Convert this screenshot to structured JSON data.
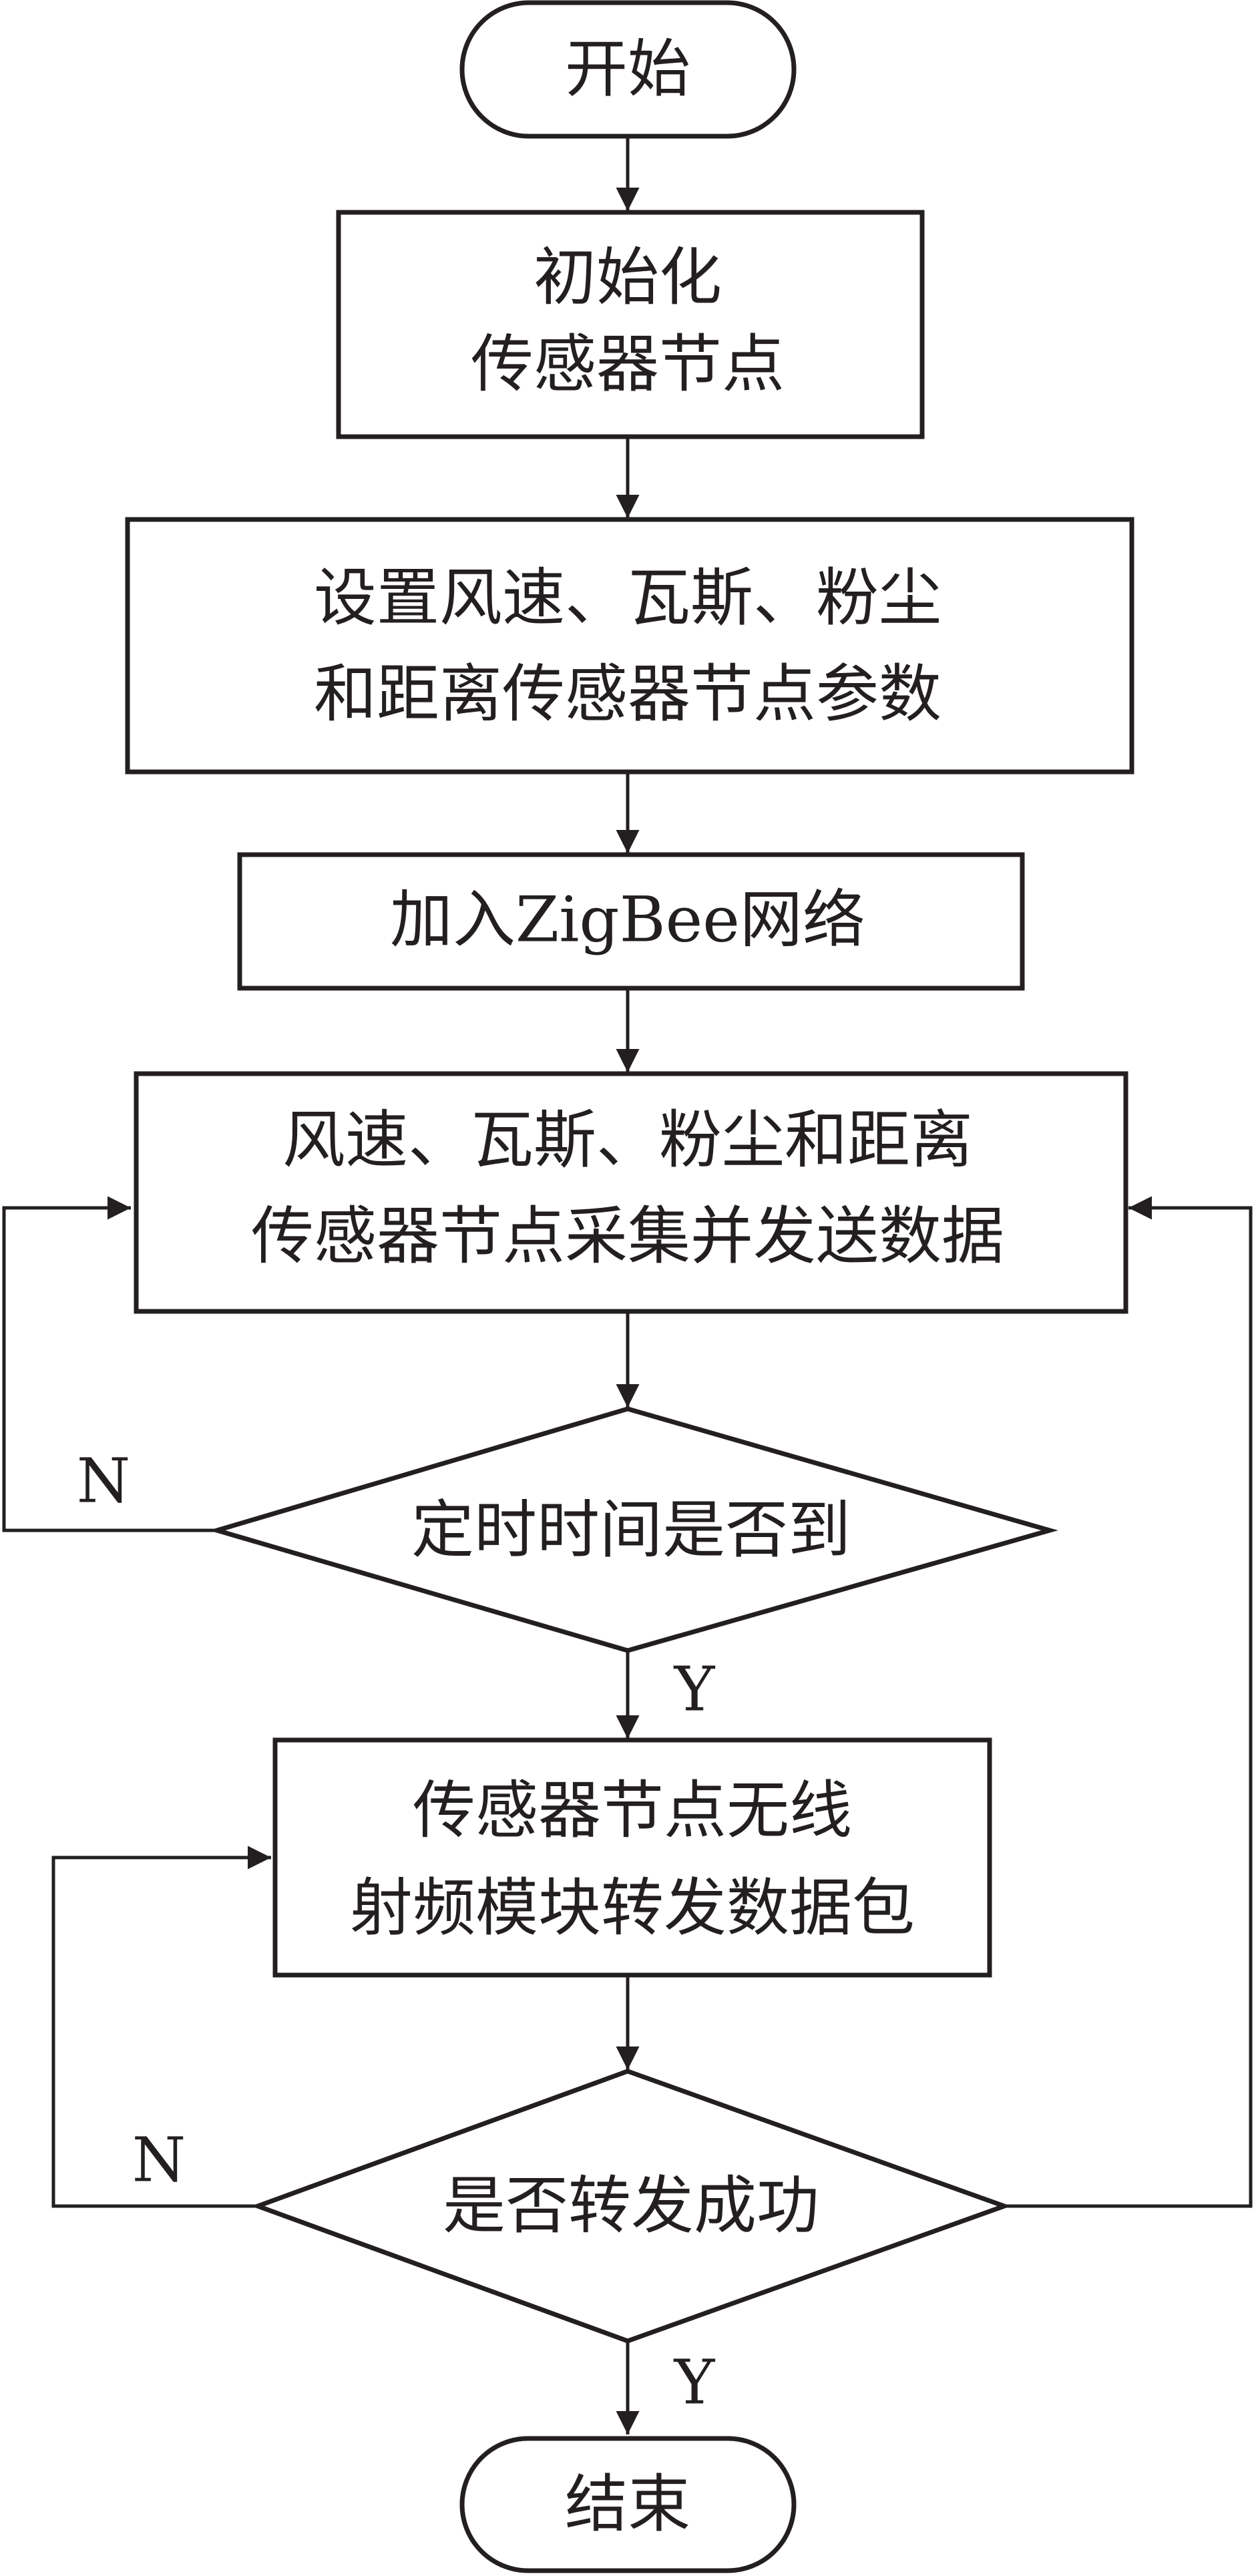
{
  "nodes": {
    "start": {
      "text": "开始"
    },
    "init": {
      "lines": [
        "初始化",
        "传感器节点"
      ]
    },
    "set_params": {
      "lines": [
        "设置风速、瓦斯、粉尘",
        "和距离传感器节点参数"
      ]
    },
    "join_network": {
      "text": "加入ZigBee网络"
    },
    "collect": {
      "lines": [
        "风速、瓦斯、粉尘和距离",
        "传感器节点采集并发送数据"
      ]
    },
    "timer_check": {
      "text": "定时时间是否到"
    },
    "forward": {
      "lines": [
        "传感器节点无线",
        "射频模块转发数据包"
      ]
    },
    "forward_check": {
      "text": "是否转发成功"
    },
    "end": {
      "text": "结束"
    }
  },
  "edges": {
    "timer_no": "N",
    "timer_yes": "Y",
    "forward_no": "N",
    "forward_yes": "Y"
  },
  "colors": {
    "stroke": "#231f20",
    "background": "#ffffff"
  }
}
